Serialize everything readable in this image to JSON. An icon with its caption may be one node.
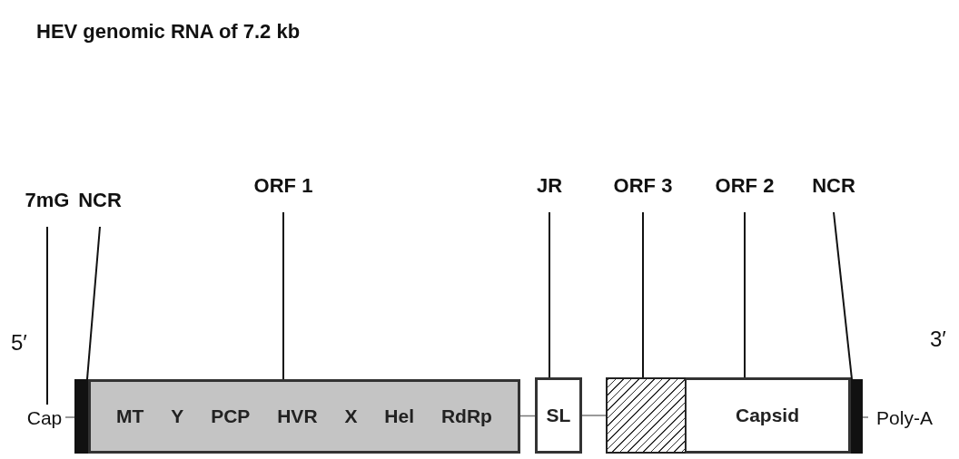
{
  "diagram": {
    "title": "HEV genomic RNA of 7.2 kb",
    "nodes": [
      {
        "text": [
          "7mG"
        ]
      },
      {
        "text": [
          "NCR"
        ]
      },
      {
        "text": [
          "ORF 1"
        ]
      },
      {
        "text": [
          "JR"
        ]
      },
      {
        "text": [
          "ORF 3"
        ]
      },
      {
        "text": [
          "ORF 2"
        ]
      },
      {
        "text": [
          "NCR"
        ]
      },
      {
        "text": [
          "Cap"
        ]
      },
      {
        "text": [],
        "shape": "bar"
      },
      {
        "text": [
          "MT",
          "Y",
          "PCP",
          "HVR",
          "X",
          "Hel",
          "RdRp"
        ]
      },
      {
        "text": [
          "SL"
        ]
      },
      {
        "text": [],
        "shape": "box"
      },
      {
        "text": [
          "Capsid"
        ]
      },
      {
        "text": [],
        "shape": "bar"
      },
      {
        "text": [
          "Poly-A"
        ]
      }
    ],
    "edges": [
      {
        "from": 0,
        "to": 7,
        "arrow": "none"
      },
      {
        "from": 1,
        "to": 8,
        "arrow": "none"
      },
      {
        "from": 2,
        "to": 9,
        "arrow": "none"
      },
      {
        "from": 3,
        "to": 10,
        "arrow": "none"
      },
      {
        "from": 4,
        "to": 11,
        "arrow": "none"
      },
      {
        "from": 5,
        "to": 12,
        "arrow": "none"
      },
      {
        "from": 6,
        "to": 13,
        "arrow": "none"
      },
      {
        "from": 7,
        "to": 8,
        "arrow": "none",
        "color": "#777777"
      },
      {
        "from": 9,
        "to": 10,
        "arrow": "none",
        "color": "#777777"
      },
      {
        "from": 10,
        "to": 11,
        "arrow": "none",
        "color": "#777777"
      },
      {
        "from": 13,
        "to": 14,
        "arrow": "none",
        "color": "#777777"
      }
    ],
    "labels": [
      "5′",
      "3′"
    ]
  }
}
